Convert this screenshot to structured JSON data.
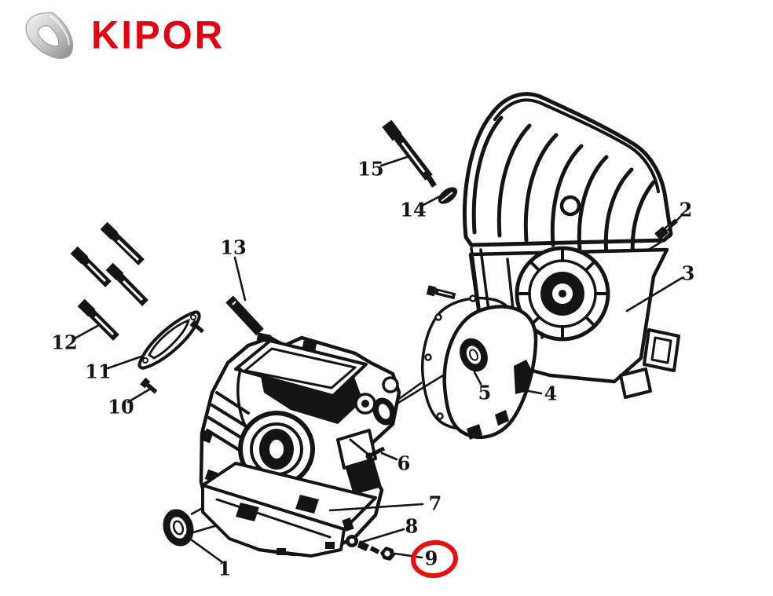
{
  "page": {
    "background_color": "#ffffff"
  },
  "header": {
    "logo": {
      "text": "KIPOR",
      "brand_color": "#e3000f",
      "emblem_icon": "kipor-rotor-emblem",
      "emblem_colors": {
        "light": "#f8f8f8",
        "mid": "#c9c9c9",
        "dark": "#8a8a8a"
      }
    }
  },
  "diagram": {
    "type": "exploded-parts-diagram",
    "ink_color": "#141414",
    "highlight": {
      "part_number": "9",
      "color": "#e8100c"
    },
    "part_labels": [
      "1",
      "2",
      "3",
      "4",
      "5",
      "6",
      "7",
      "8",
      "9",
      "10",
      "11",
      "12",
      "13",
      "14",
      "15"
    ]
  }
}
